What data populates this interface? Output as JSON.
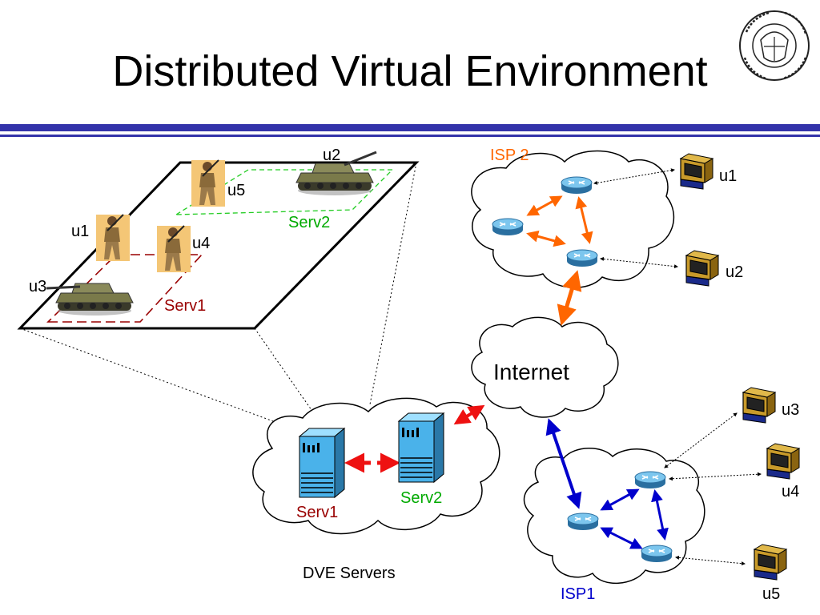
{
  "title": "Distributed Virtual Environment",
  "labels": {
    "world": {
      "u1": "u1",
      "u2": "u2",
      "u3": "u3",
      "u4": "u4",
      "u5": "u5",
      "serv1": "Serv1",
      "serv2": "Serv2"
    },
    "isp2": "ISP 2",
    "isp1": "ISP1",
    "internet": "Internet",
    "dve_servers": "DVE Servers",
    "server1": "Serv1",
    "server2": "Serv2",
    "clients": {
      "u1": "u1",
      "u2": "u2",
      "u3": "u3",
      "u4": "u4",
      "u5": "u5"
    }
  },
  "colors": {
    "title_bar": "#3333aa",
    "isp2": "#ff6600",
    "isp1": "#0000cc",
    "serv1": "#990000",
    "serv2": "#00aa00",
    "red_link": "#ee1111"
  },
  "icons": {
    "router": "router-icon",
    "server": "server-tower-icon",
    "client": "computer-terminal-icon",
    "soldier": "soldier-icon",
    "tank": "tank-icon",
    "seal": "university-seal-icon"
  }
}
